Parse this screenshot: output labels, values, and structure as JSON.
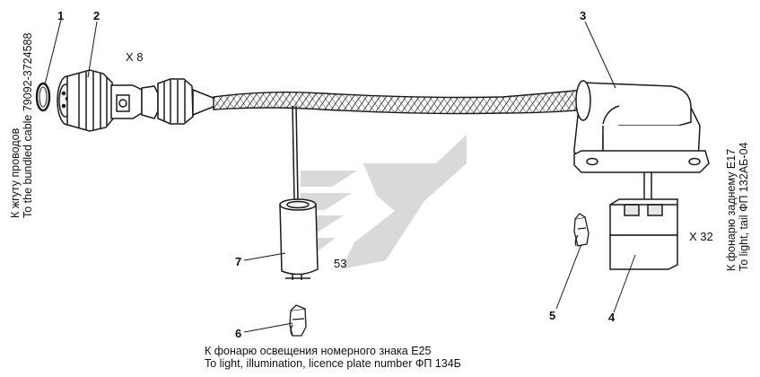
{
  "callouts": {
    "c1": "1",
    "c2": "2",
    "c3": "3",
    "c4": "4",
    "c5": "5",
    "c6": "6",
    "c7": "7",
    "c53": "53"
  },
  "connectors": {
    "x8": "X 8",
    "x32": "X 32"
  },
  "left_caption": {
    "ru": "К жгуту проводов",
    "en": "To the bundled cable 79092-3724588"
  },
  "right_caption": {
    "ru": "К фонарю заднему Е17",
    "en": "To light, tail ФП 132АБ-04"
  },
  "bottom_caption": {
    "ru": "К фонарю освещения номерного знака Е25",
    "en": "To light, illumination, licence plate number ФП 134Б"
  },
  "colors": {
    "line": "#1a1a1a",
    "watermark": "#d9d9d9",
    "background": "#ffffff"
  }
}
